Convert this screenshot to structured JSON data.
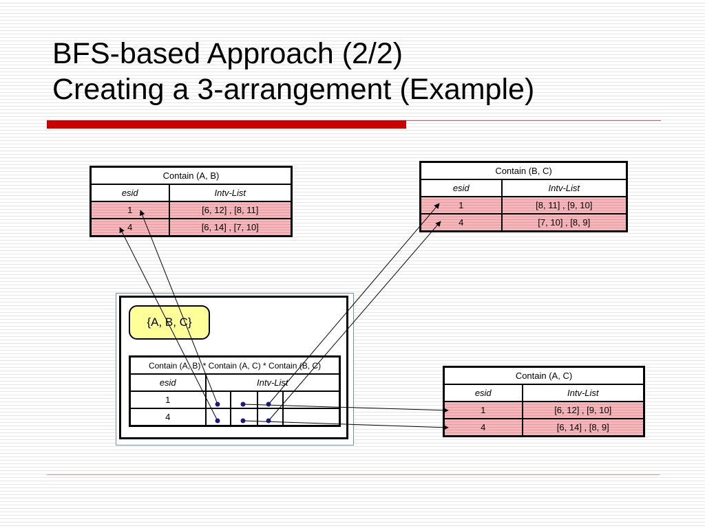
{
  "slide": {
    "title_line1": "BFS-based Approach (2/2)",
    "title_line2": "Creating a 3-arrangement (Example)"
  },
  "tables": {
    "ab": {
      "name": "Contain (A, B)",
      "col_esid": "esid",
      "col_intv": "Intv-List",
      "rows": [
        {
          "esid": "1",
          "intv": "[6, 12] ,  [8, 11]"
        },
        {
          "esid": "4",
          "intv": "[6, 14] ,  [7, 10]"
        }
      ]
    },
    "bc": {
      "name": "Contain (B, C)",
      "col_esid": "esid",
      "col_intv": "Intv-List",
      "rows": [
        {
          "esid": "1",
          "intv": "[8,  11] ,  [9,  10]"
        },
        {
          "esid": "4",
          "intv": "[7,  10] ,  [8,    9]"
        }
      ]
    },
    "ac": {
      "name": "Contain (A, C)",
      "col_esid": "esid",
      "col_intv": "Intv-List",
      "rows": [
        {
          "esid": "1",
          "intv": "[6,  12] ,  [9,  10]"
        },
        {
          "esid": "4",
          "intv": "[6,  14] ,  [8,    9]"
        }
      ]
    },
    "abc": {
      "label": "{A, B, C}",
      "name": "Contain (A, B) * Contain (A, C) * Contain (B, C)",
      "col_esid": "esid",
      "col_intv": "Intv-List",
      "rows": [
        {
          "esid": "1"
        },
        {
          "esid": "4"
        }
      ]
    }
  },
  "colors": {
    "accent_red": "#cc0000",
    "row_pink": "#f0a8ac",
    "label_yellow": "#ffff99",
    "pointer_dot": "#1a1a80"
  }
}
